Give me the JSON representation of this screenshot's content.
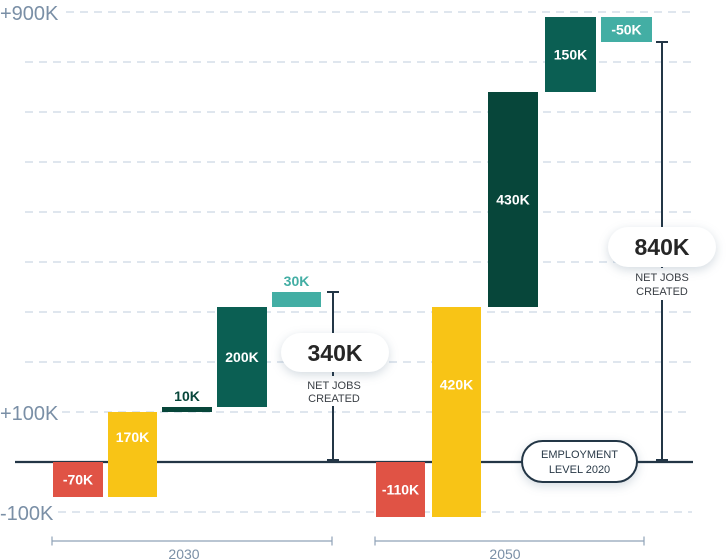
{
  "chart_data": {
    "type": "bar",
    "variant": "waterfall",
    "title": "",
    "xlabel": "",
    "ylabel": "",
    "ylim": [
      -100,
      900
    ],
    "grid": {
      "on": true,
      "min": -100,
      "max": 900,
      "step": 100,
      "style": "dashed"
    },
    "y_axis": {
      "labels": [
        {
          "value": 900,
          "text": "+900K"
        },
        {
          "value": 100,
          "text": "+100K"
        },
        {
          "value": -100,
          "text": "-100K"
        }
      ]
    },
    "baseline": {
      "value": 0,
      "label_lines": [
        "EMPLOYMENT",
        "LEVEL 2020"
      ]
    },
    "groups": [
      {
        "label": "2030",
        "bars": [
          {
            "value": -70,
            "label": "-70K",
            "color": "#e05345"
          },
          {
            "value": 170,
            "label": "170K",
            "color": "#f8c416"
          },
          {
            "value": 10,
            "label": "10K",
            "color": "#07463a"
          },
          {
            "value": 200,
            "label": "200K",
            "color": "#0b5f53"
          },
          {
            "value": 30,
            "label": "30K",
            "color": "#43aea4"
          }
        ],
        "net": {
          "value": 340,
          "label": "340K",
          "caption": [
            "NET JOBS",
            "CREATED"
          ]
        }
      },
      {
        "label": "2050",
        "bars": [
          {
            "value": -110,
            "label": "-110K",
            "color": "#e05345"
          },
          {
            "value": 420,
            "label": "420K",
            "color": "#f8c416"
          },
          {
            "value": 430,
            "label": "430K",
            "color": "#07463a"
          },
          {
            "value": 150,
            "label": "150K",
            "color": "#0b5f53"
          },
          {
            "value": -50,
            "label": "-50K",
            "color": "#43aea4"
          }
        ],
        "net": {
          "value": 840,
          "label": "840K",
          "caption": [
            "NET JOBS",
            "CREATED"
          ]
        }
      }
    ]
  },
  "colors": {
    "baseline": "#233646",
    "grid": "#dfe6ee",
    "axis_text": "#7a8fa6",
    "bracket": "#8fa2b8",
    "label_on_bar": "#ffffff"
  }
}
